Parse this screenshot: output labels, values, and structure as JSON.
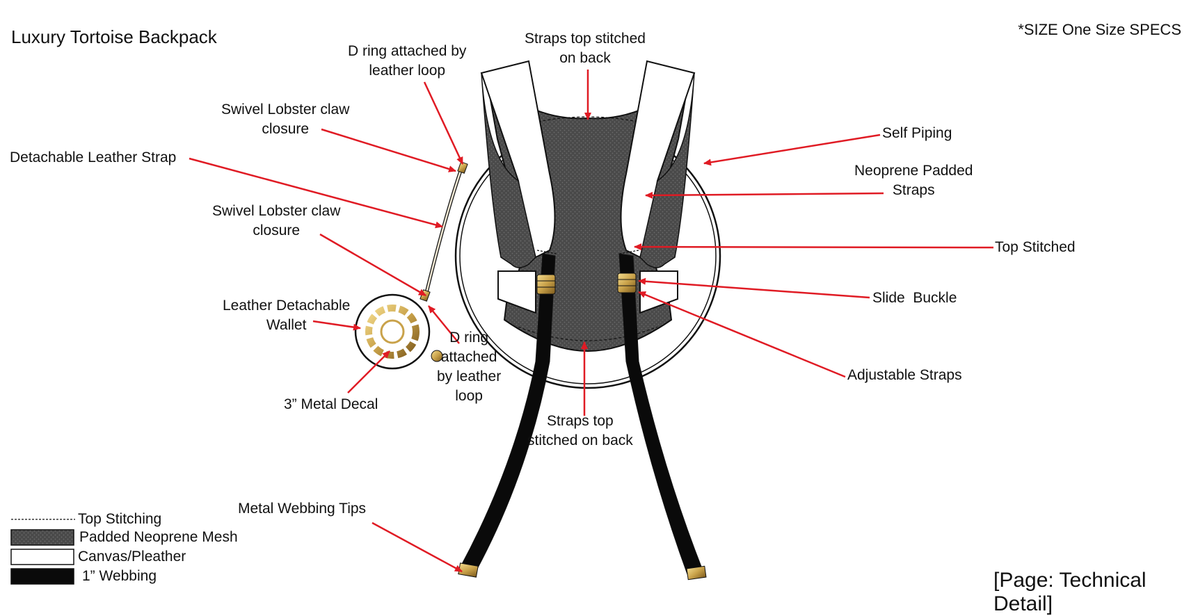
{
  "header": {
    "title": "Luxury Tortoise Backpack",
    "size_specs": "*SIZE One Size SPECS"
  },
  "footer": {
    "page_label": "[Page: Technical Detail]"
  },
  "callouts": {
    "d_ring_top": [
      "D ring attached by",
      "leather loop"
    ],
    "straps_top_back": [
      "Straps top stitched",
      "on back"
    ],
    "swivel_top": [
      "Swivel Lobster claw",
      "closure"
    ],
    "detachable_strap": [
      "Detachable Leather Strap"
    ],
    "swivel_bottom": [
      "Swivel Lobster claw",
      "closure"
    ],
    "wallet": [
      "Leather Detachable",
      "Wallet"
    ],
    "d_ring_bottom": [
      "D ring",
      "attached",
      "by leather",
      "loop"
    ],
    "metal_decal": [
      "3” Metal Decal"
    ],
    "straps_bottom_back": [
      "Straps top",
      "stitched on back"
    ],
    "metal_tips": [
      "Metal Webbing Tips"
    ],
    "self_piping": [
      "Self Piping"
    ],
    "neoprene_straps": [
      "Neoprene Padded",
      "Straps"
    ],
    "top_stitched": [
      "Top Stitched"
    ],
    "slide_buckle": [
      "Slide  Buckle"
    ],
    "adjustable_straps": [
      "Adjustable Straps"
    ]
  },
  "legend": [
    {
      "label": "Top Stitching",
      "swatch": "dashed-line"
    },
    {
      "label": "Padded Neoprene Mesh",
      "swatch": "mesh"
    },
    {
      "label": "Canvas/Pleather",
      "swatch": "white"
    },
    {
      "label": "1” Webbing",
      "swatch": "black"
    }
  ],
  "colors": {
    "arrow": "#e01b24",
    "mesh": "#4a4a4a",
    "webbing": "#0a0a0a",
    "hardware": "#c9a24a"
  }
}
